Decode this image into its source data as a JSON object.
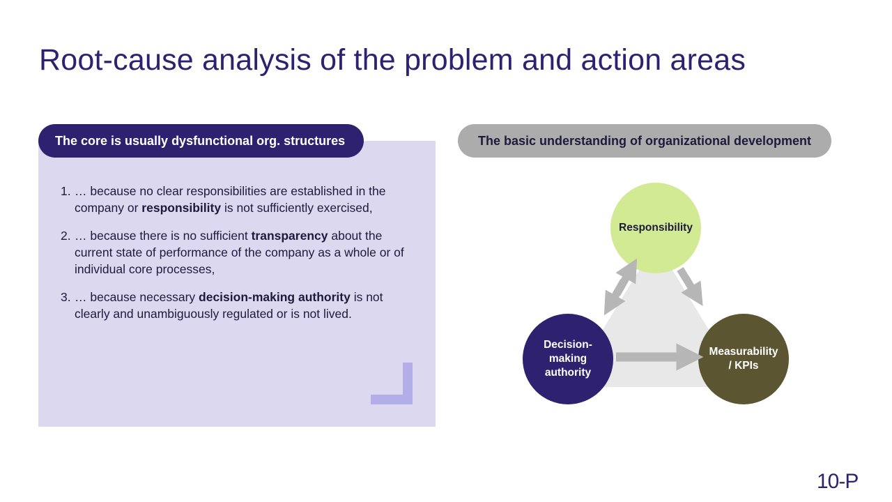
{
  "slide": {
    "title": "Root-cause analysis of the problem and action areas",
    "logo_text": "10-P"
  },
  "left": {
    "header": "The core is usually dysfunctional org. structures",
    "items": [
      {
        "num": "1.",
        "before": "… because no clear responsibilities are established in the company or ",
        "bold": "responsibility",
        "after": " is not sufficiently exercised,"
      },
      {
        "num": "2.",
        "before": "… because there is no sufficient ",
        "bold": "transparency",
        "after": " about the current state of performance of the company as a whole or of individual core processes,"
      },
      {
        "num": "3.",
        "before": "… because necessary ",
        "bold": "decision-making authority",
        "after": " is not clearly and unambiguously regulated or is not lived."
      }
    ]
  },
  "right": {
    "header": "The basic understanding of organizational development",
    "nodes": {
      "top": {
        "label": "Responsibility",
        "color": "#d3ea94"
      },
      "left": {
        "label_lines": [
          "Decision-",
          "making",
          "authority"
        ],
        "color": "#2d2170"
      },
      "right": {
        "label_lines": [
          "Measurability",
          "/ KPIs"
        ],
        "color": "#5b5532"
      }
    }
  },
  "colors": {
    "primary": "#2d2170",
    "panel": "#dcd8f0",
    "accent": "#b4aee8",
    "gray_pill": "#acacac"
  }
}
